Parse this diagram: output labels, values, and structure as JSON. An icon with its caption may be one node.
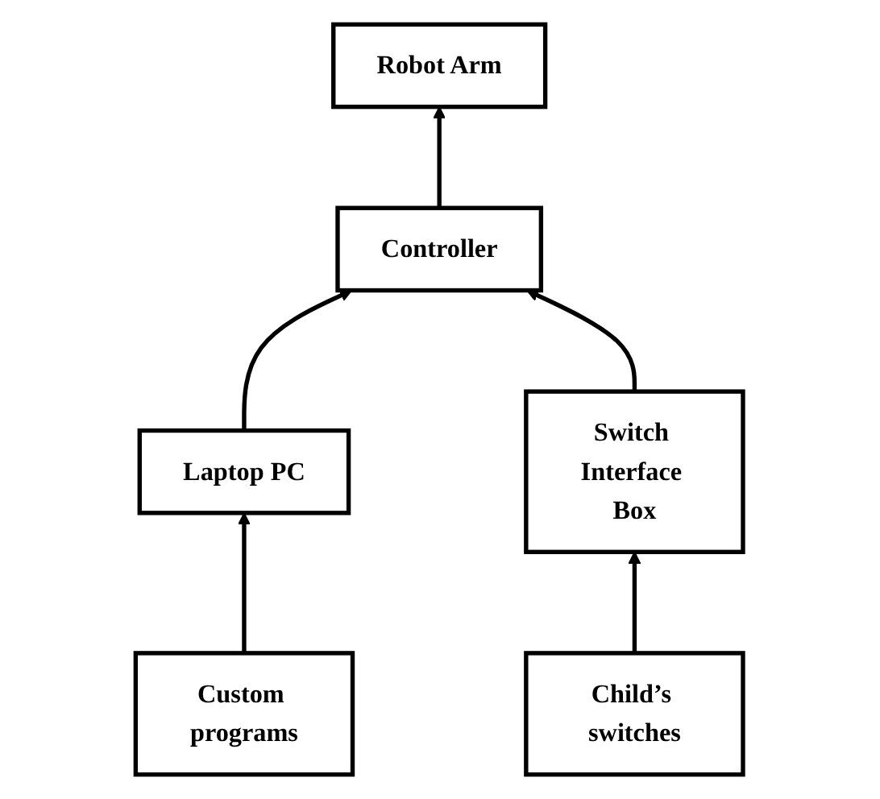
{
  "diagram": {
    "nodes": [
      {
        "text": [
          "Robot Arm"
        ]
      },
      {
        "text": [
          "Custom programs"
        ]
      },
      {
        "text": [
          "Controller"
        ]
      },
      {
        "text": [
          "Laptop PC"
        ]
      },
      {
        "text": [
          "Switch Interface Box"
        ]
      },
      {
        "text": [
          "Child’s switches"
        ]
      }
    ],
    "edges": [
      {
        "from": 2,
        "to": 0,
        "arrow": "to"
      },
      {
        "from": 1,
        "to": 3,
        "arrow": "to"
      },
      {
        "from": 3,
        "to": 2,
        "arrow": "to"
      },
      {
        "from": 4,
        "to": 2,
        "arrow": "to"
      },
      {
        "from": 5,
        "to": 4,
        "arrow": "to"
      }
    ]
  }
}
